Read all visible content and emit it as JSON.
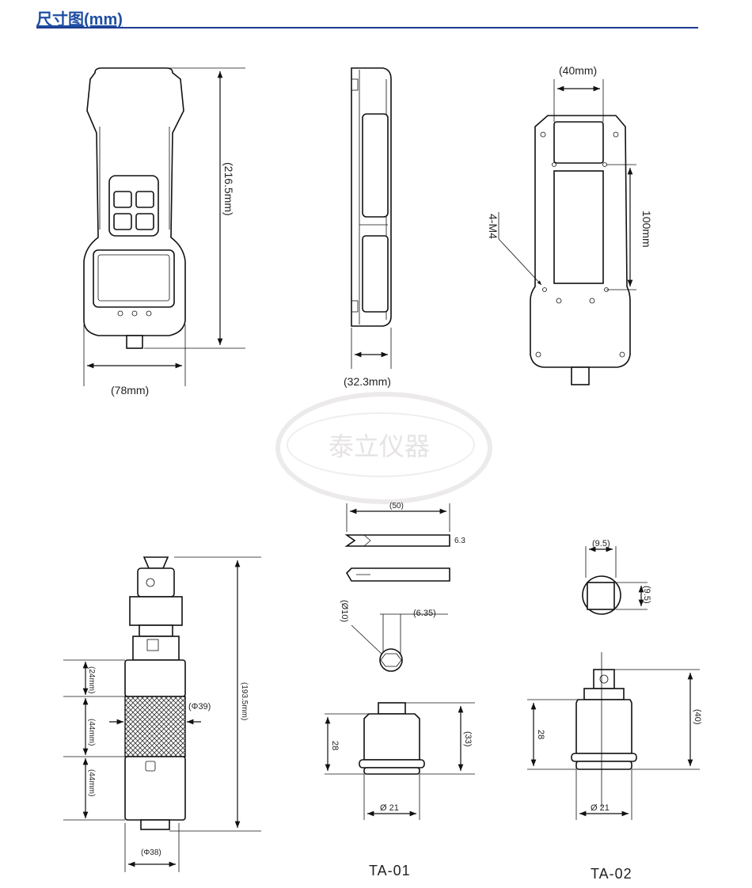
{
  "header": {
    "title": "尺寸图(mm)"
  },
  "front_view": {
    "height": "(216.5mm)",
    "width": "(78mm)"
  },
  "side_view": {
    "depth": "(32.3mm)"
  },
  "back_view": {
    "top_width": "(40mm)",
    "hole_spacing": "100mm",
    "screw_spec": "4-M4"
  },
  "sensor": {
    "top_section": "(24mm)",
    "grip_section": "(44mm)",
    "lower_section": "(44mm)",
    "grip_diameter": "(Φ39)",
    "total_length": "(193.5mm)",
    "base_diameter": "(Φ38)"
  },
  "bits": {
    "length": "(50)",
    "thickness": "6.3",
    "hex_outer": "(Ø10)",
    "hex_across": "(6.35)"
  },
  "ta01": {
    "height": "28",
    "total_height": "(33)",
    "diameter": "Ø 21",
    "name": "TA-01"
  },
  "ta02": {
    "square_w": "(9.5)",
    "square_h": "(9.5)",
    "height": "28",
    "total_height": "(40)",
    "diameter": "Ø 21",
    "name": "TA-02"
  },
  "watermark": {
    "text": "泰立仪器"
  }
}
